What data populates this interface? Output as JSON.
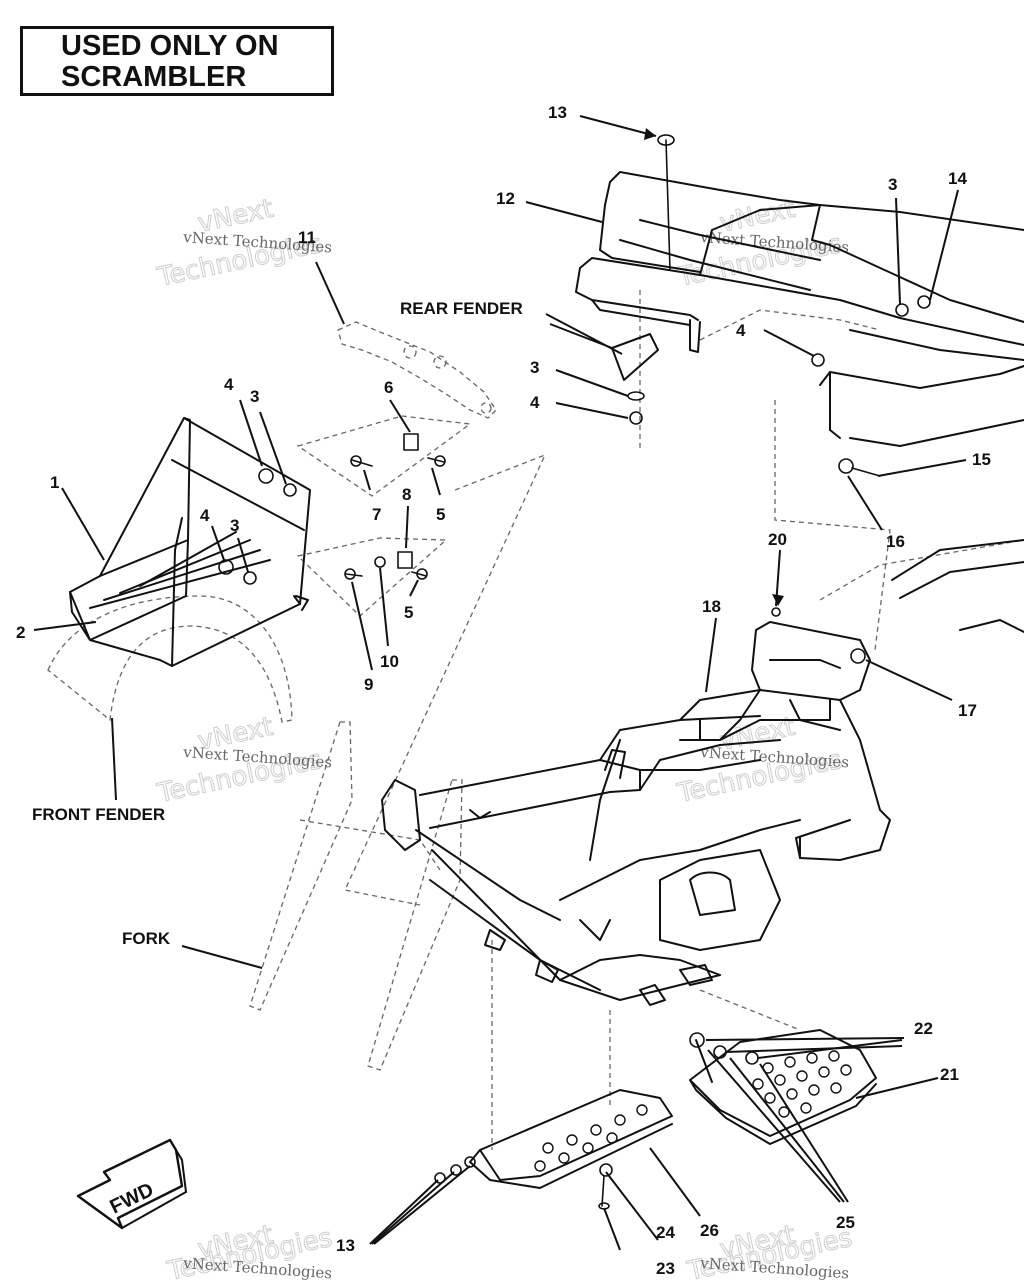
{
  "title": {
    "line1": "USED ONLY ON",
    "line2": "SCRAMBLER"
  },
  "part_labels": {
    "front_fender": "FRONT FENDER",
    "rear_fender": "REAR FENDER",
    "fork": "FORK",
    "fwd": "FWD"
  },
  "callouts": [
    "1",
    "2",
    "3",
    "3",
    "3",
    "4",
    "4",
    "4",
    "5",
    "5",
    "6",
    "7",
    "8",
    "9",
    "10",
    "11",
    "12",
    "13",
    "13",
    "14",
    "15",
    "16",
    "17",
    "18",
    "20",
    "21",
    "22",
    "23",
    "24",
    "25",
    "26"
  ],
  "watermarks": {
    "small": "vNext Technologies",
    "big_top": "vNext",
    "big_bottom": "Technologies"
  },
  "colors": {
    "ink": "#111111",
    "dashed": "#666666",
    "background": "#ffffff"
  }
}
